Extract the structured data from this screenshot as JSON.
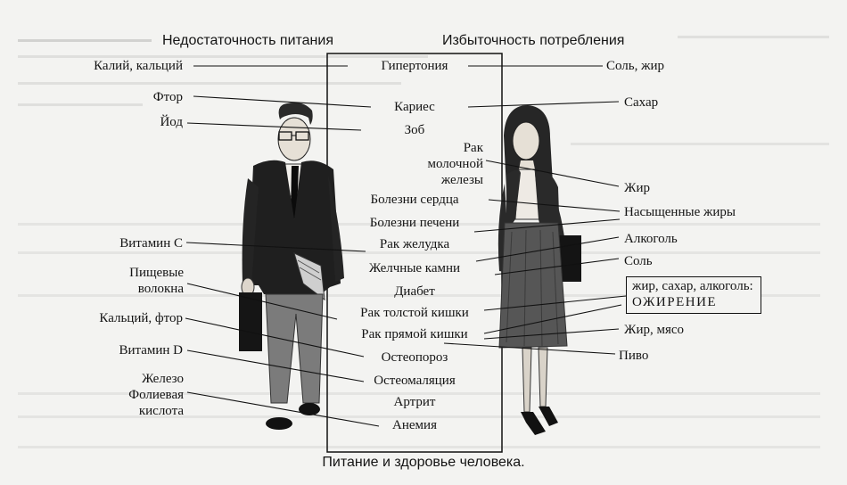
{
  "headers": {
    "deficiency": "Недостаточность питания",
    "excess": "Избыточность потребления"
  },
  "caption": "Питание и здоровье человека.",
  "deficiency_factors": {
    "potassium_calcium": "Калий, кальций",
    "fluorine": "Фтор",
    "iodine": "Йод",
    "vitamin_c": "Витамин C",
    "fiber": "Пищевые волокна",
    "calcium_fluorine": "Кальций, фтор",
    "vitamin_d": "Витамин D",
    "iron_folic": "Железо Фолиевая кислота"
  },
  "diseases": {
    "hypertension": "Гипертония",
    "caries": "Кариес",
    "goiter": "Зоб",
    "breast_cancer": "Рак молочной железы",
    "heart_disease": "Болезни сердца",
    "liver_disease": "Болезни печени",
    "stomach_cancer": "Рак желудка",
    "gallstones": "Желчные камни",
    "diabetes": "Диабет",
    "colon_cancer": "Рак толстой кишки",
    "rectal_cancer": "Рак прямой кишки",
    "osteoporosis": "Остеопороз",
    "osteomalacia": "Остеомаляция",
    "arthritis": "Артрит",
    "anemia": "Анемия"
  },
  "excess_factors": {
    "salt_fat": "Соль, жир",
    "sugar": "Сахар",
    "fat": "Жир",
    "saturated_fats": "Насыщенные жиры",
    "alcohol": "Алкоголь",
    "salt": "Соль",
    "obesity_causes": "жир, сахар, алкоголь:",
    "obesity": "ОЖИРЕНИЕ",
    "fat_meat": "Жир, мясо",
    "beer": "Пиво"
  }
}
